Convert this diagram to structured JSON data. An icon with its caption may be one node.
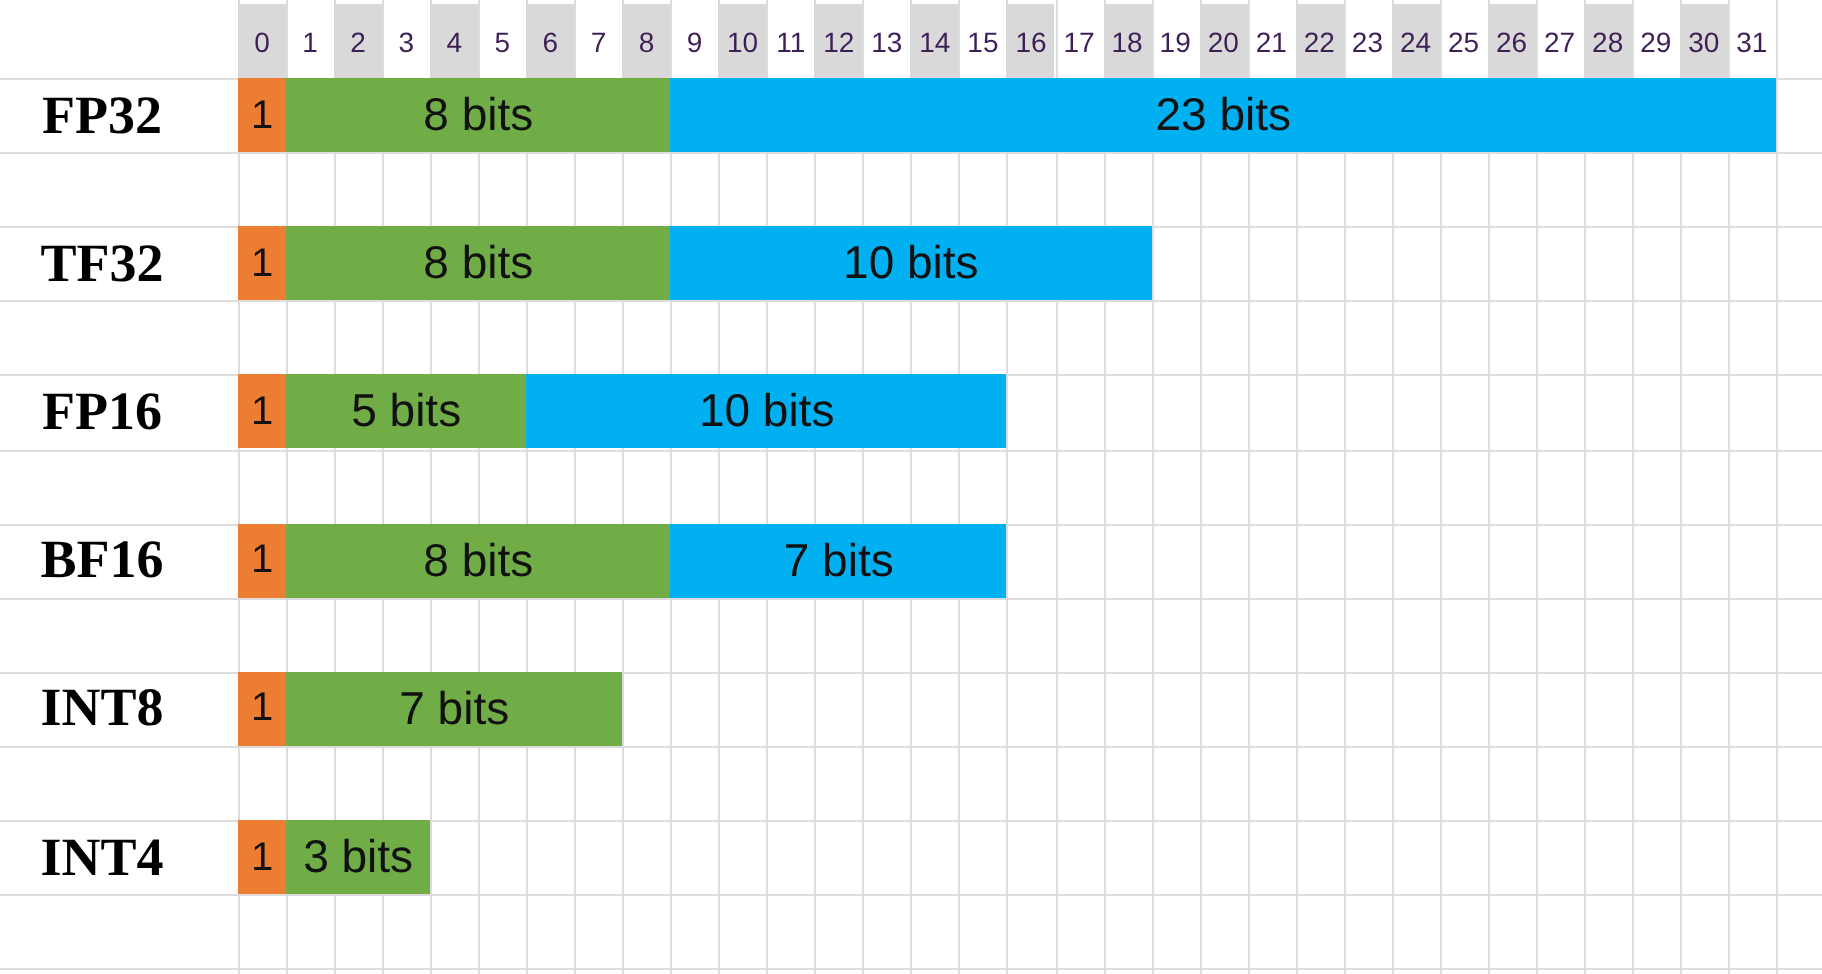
{
  "diagram": {
    "nodes": [
      {
        "text": [
          "1"
        ]
      },
      {
        "text": [
          "8 bits"
        ]
      },
      {
        "text": [
          "23 bits"
        ]
      },
      {
        "text": [
          "1"
        ]
      },
      {
        "text": [
          "8 bits"
        ]
      },
      {
        "text": [
          "10 bits"
        ]
      },
      {
        "text": [
          "1"
        ]
      },
      {
        "text": [
          "5 bits"
        ]
      },
      {
        "text": [
          "10 bits"
        ]
      },
      {
        "text": [
          "1"
        ]
      },
      {
        "text": [
          "8 bits"
        ]
      },
      {
        "text": [
          "7 bits"
        ]
      },
      {
        "text": [
          "1"
        ]
      },
      {
        "text": [
          "7 bits"
        ]
      },
      {
        "text": [
          "1"
        ]
      },
      {
        "text": [
          "3 bits"
        ]
      }
    ],
    "labels": [
      "0",
      "1",
      "2",
      "3",
      "4",
      "5",
      "6",
      "7",
      "8",
      "9",
      "10",
      "11",
      "12",
      "13",
      "14",
      "15",
      "16",
      "17",
      "18",
      "19",
      "20",
      "21",
      "22",
      "23",
      "24",
      "25",
      "26",
      "27",
      "28",
      "29",
      "30",
      "31",
      "FP32",
      "TF32",
      "FP16",
      "BF16",
      "INT8",
      "INT4"
    ]
  }
}
